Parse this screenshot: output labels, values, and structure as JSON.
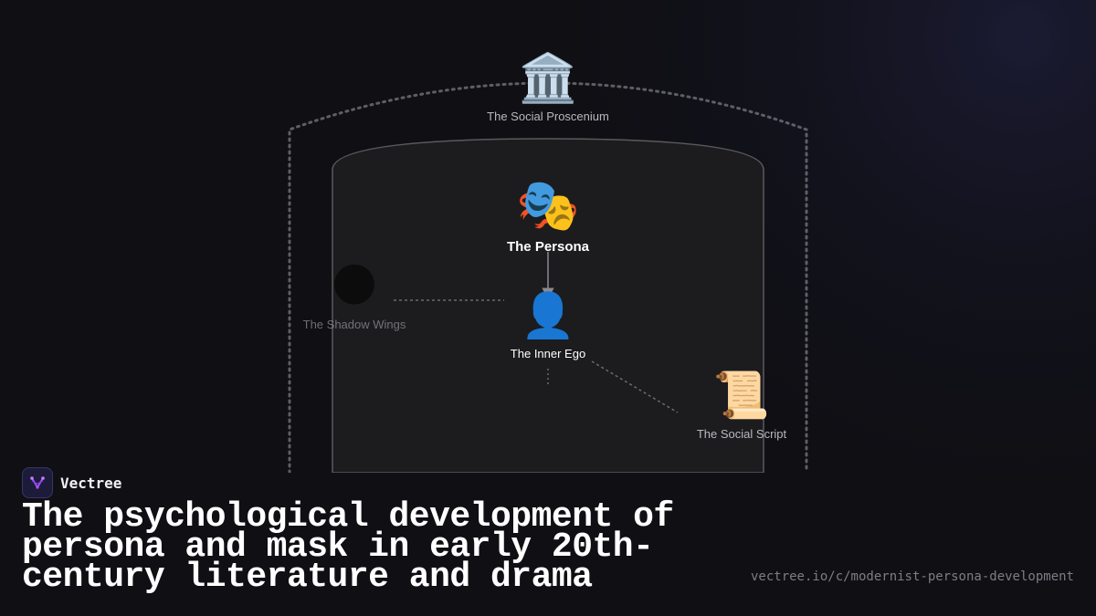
{
  "diagram": {
    "nodes": {
      "proscenium": {
        "icon": "classical-building-icon",
        "glyph": "🏛️",
        "label": "The Social Proscenium"
      },
      "persona": {
        "icon": "performing-arts-masks-icon",
        "glyph": "🎭",
        "label": "The Persona"
      },
      "shadow": {
        "icon": "new-moon-icon",
        "glyph": "🌑",
        "label": "The Shadow Wings"
      },
      "ego": {
        "icon": "bust-silhouette-icon",
        "glyph": "👤",
        "label": "The Inner Ego"
      },
      "script": {
        "icon": "scroll-icon",
        "glyph": "📜",
        "label": "The Social Script"
      }
    },
    "edges": [
      {
        "from": "persona",
        "to": "ego",
        "style": "arrow"
      },
      {
        "from": "shadow",
        "to": "ego",
        "style": "dashed"
      },
      {
        "from": "ego",
        "to": "script",
        "style": "dashed"
      }
    ]
  },
  "brand": {
    "name": "Vectree",
    "logo_icon": "vectree-logo-icon"
  },
  "title": "The psychological development of persona and mask in early 20th-century literature and drama",
  "url": "vectree.io/c/modernist-persona-development",
  "colors": {
    "background": "#0f0f14",
    "stage_fill": "#1c1c1e",
    "stage_border": "#5a5a5e",
    "arch_dots": "#5e5e66",
    "brand_accent": "#a855f7"
  }
}
